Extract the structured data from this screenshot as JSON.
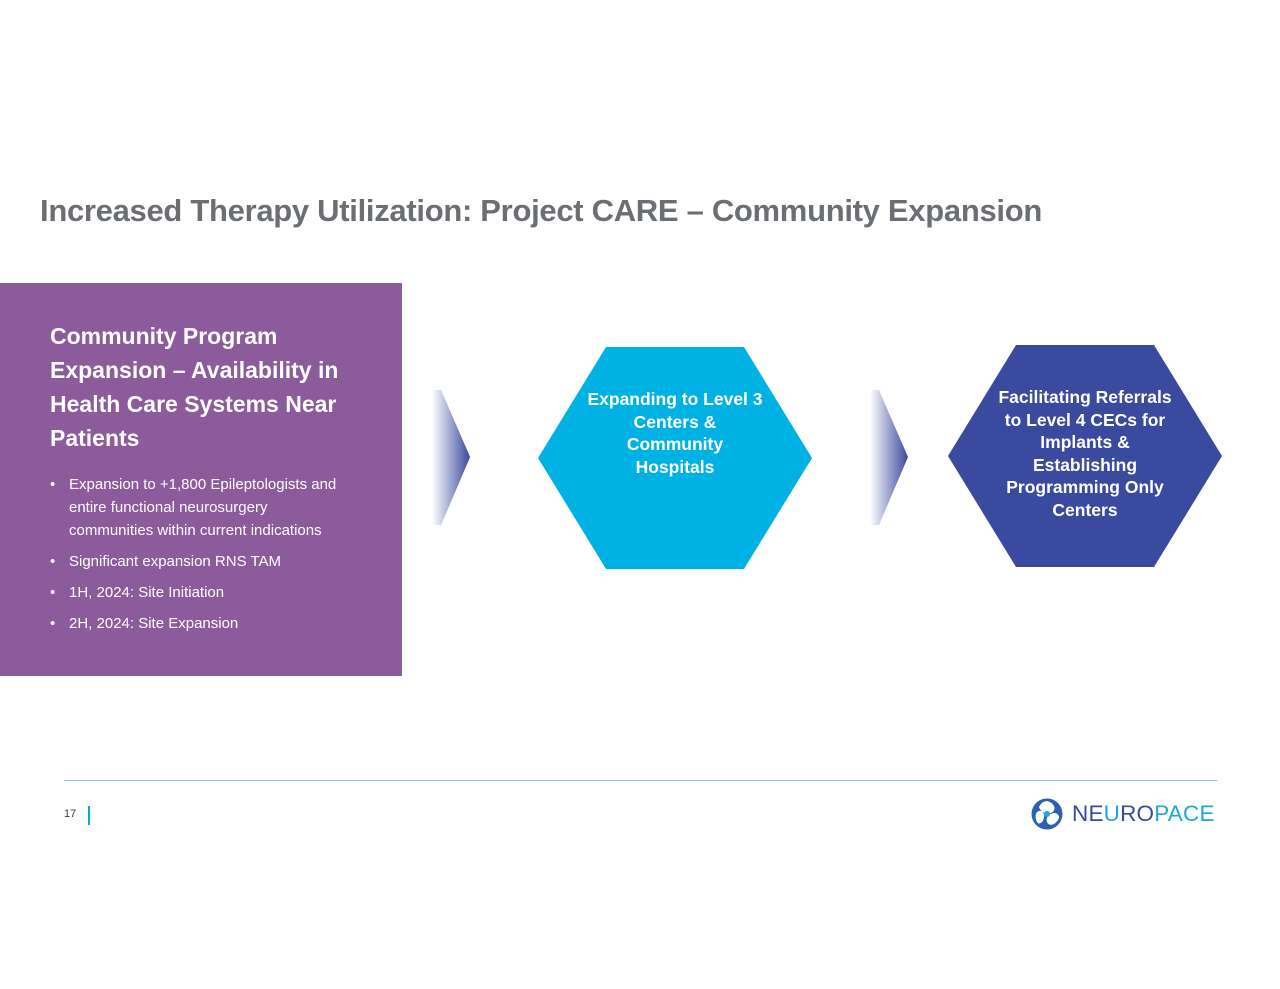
{
  "slide": {
    "title": "Increased Therapy Utilization:  Project CARE – Community Expansion",
    "page_number": "17"
  },
  "left_panel": {
    "heading_lines": [
      "Community Program",
      "Expansion – Availability in",
      "Health Care Systems Near",
      "Patients"
    ],
    "bullet_glyph": "•",
    "bullets": [
      {
        "lines": [
          "Expansion to +1,800 Epileptologists and",
          "entire functional neurosurgery",
          "communities within current indications"
        ]
      },
      {
        "lines": [
          "Significant expansion RNS TAM"
        ]
      },
      {
        "lines": [
          "1H, 2024:  Site Initiation"
        ]
      },
      {
        "lines": [
          "2H, 2024:  Site Expansion"
        ]
      }
    ]
  },
  "steps": [
    {
      "lines": [
        "Expanding to Level 3",
        "Centers &",
        "Community",
        "Hospitals"
      ]
    },
    {
      "lines": [
        "Facilitating Referrals",
        "to Level 4 CECs for",
        "Implants &",
        "Establishing",
        "Programming Only",
        "Centers"
      ]
    }
  ],
  "logo": {
    "text_dark_1": "NE",
    "text_light_1": "U",
    "text_dark_2": "RO",
    "text_light_2": "PACE"
  },
  "colors": {
    "title": "#6b6e72",
    "panel": "#8b5b9c",
    "step_1": "#00b2e3",
    "step_2": "#3a4a9e",
    "footer_rule": "#7fcbe0",
    "page_divider": "#00a9d8"
  },
  "icons": {
    "logo_mark": "neuropace-swirl-icon",
    "arrows": "chevron-right-icon"
  }
}
